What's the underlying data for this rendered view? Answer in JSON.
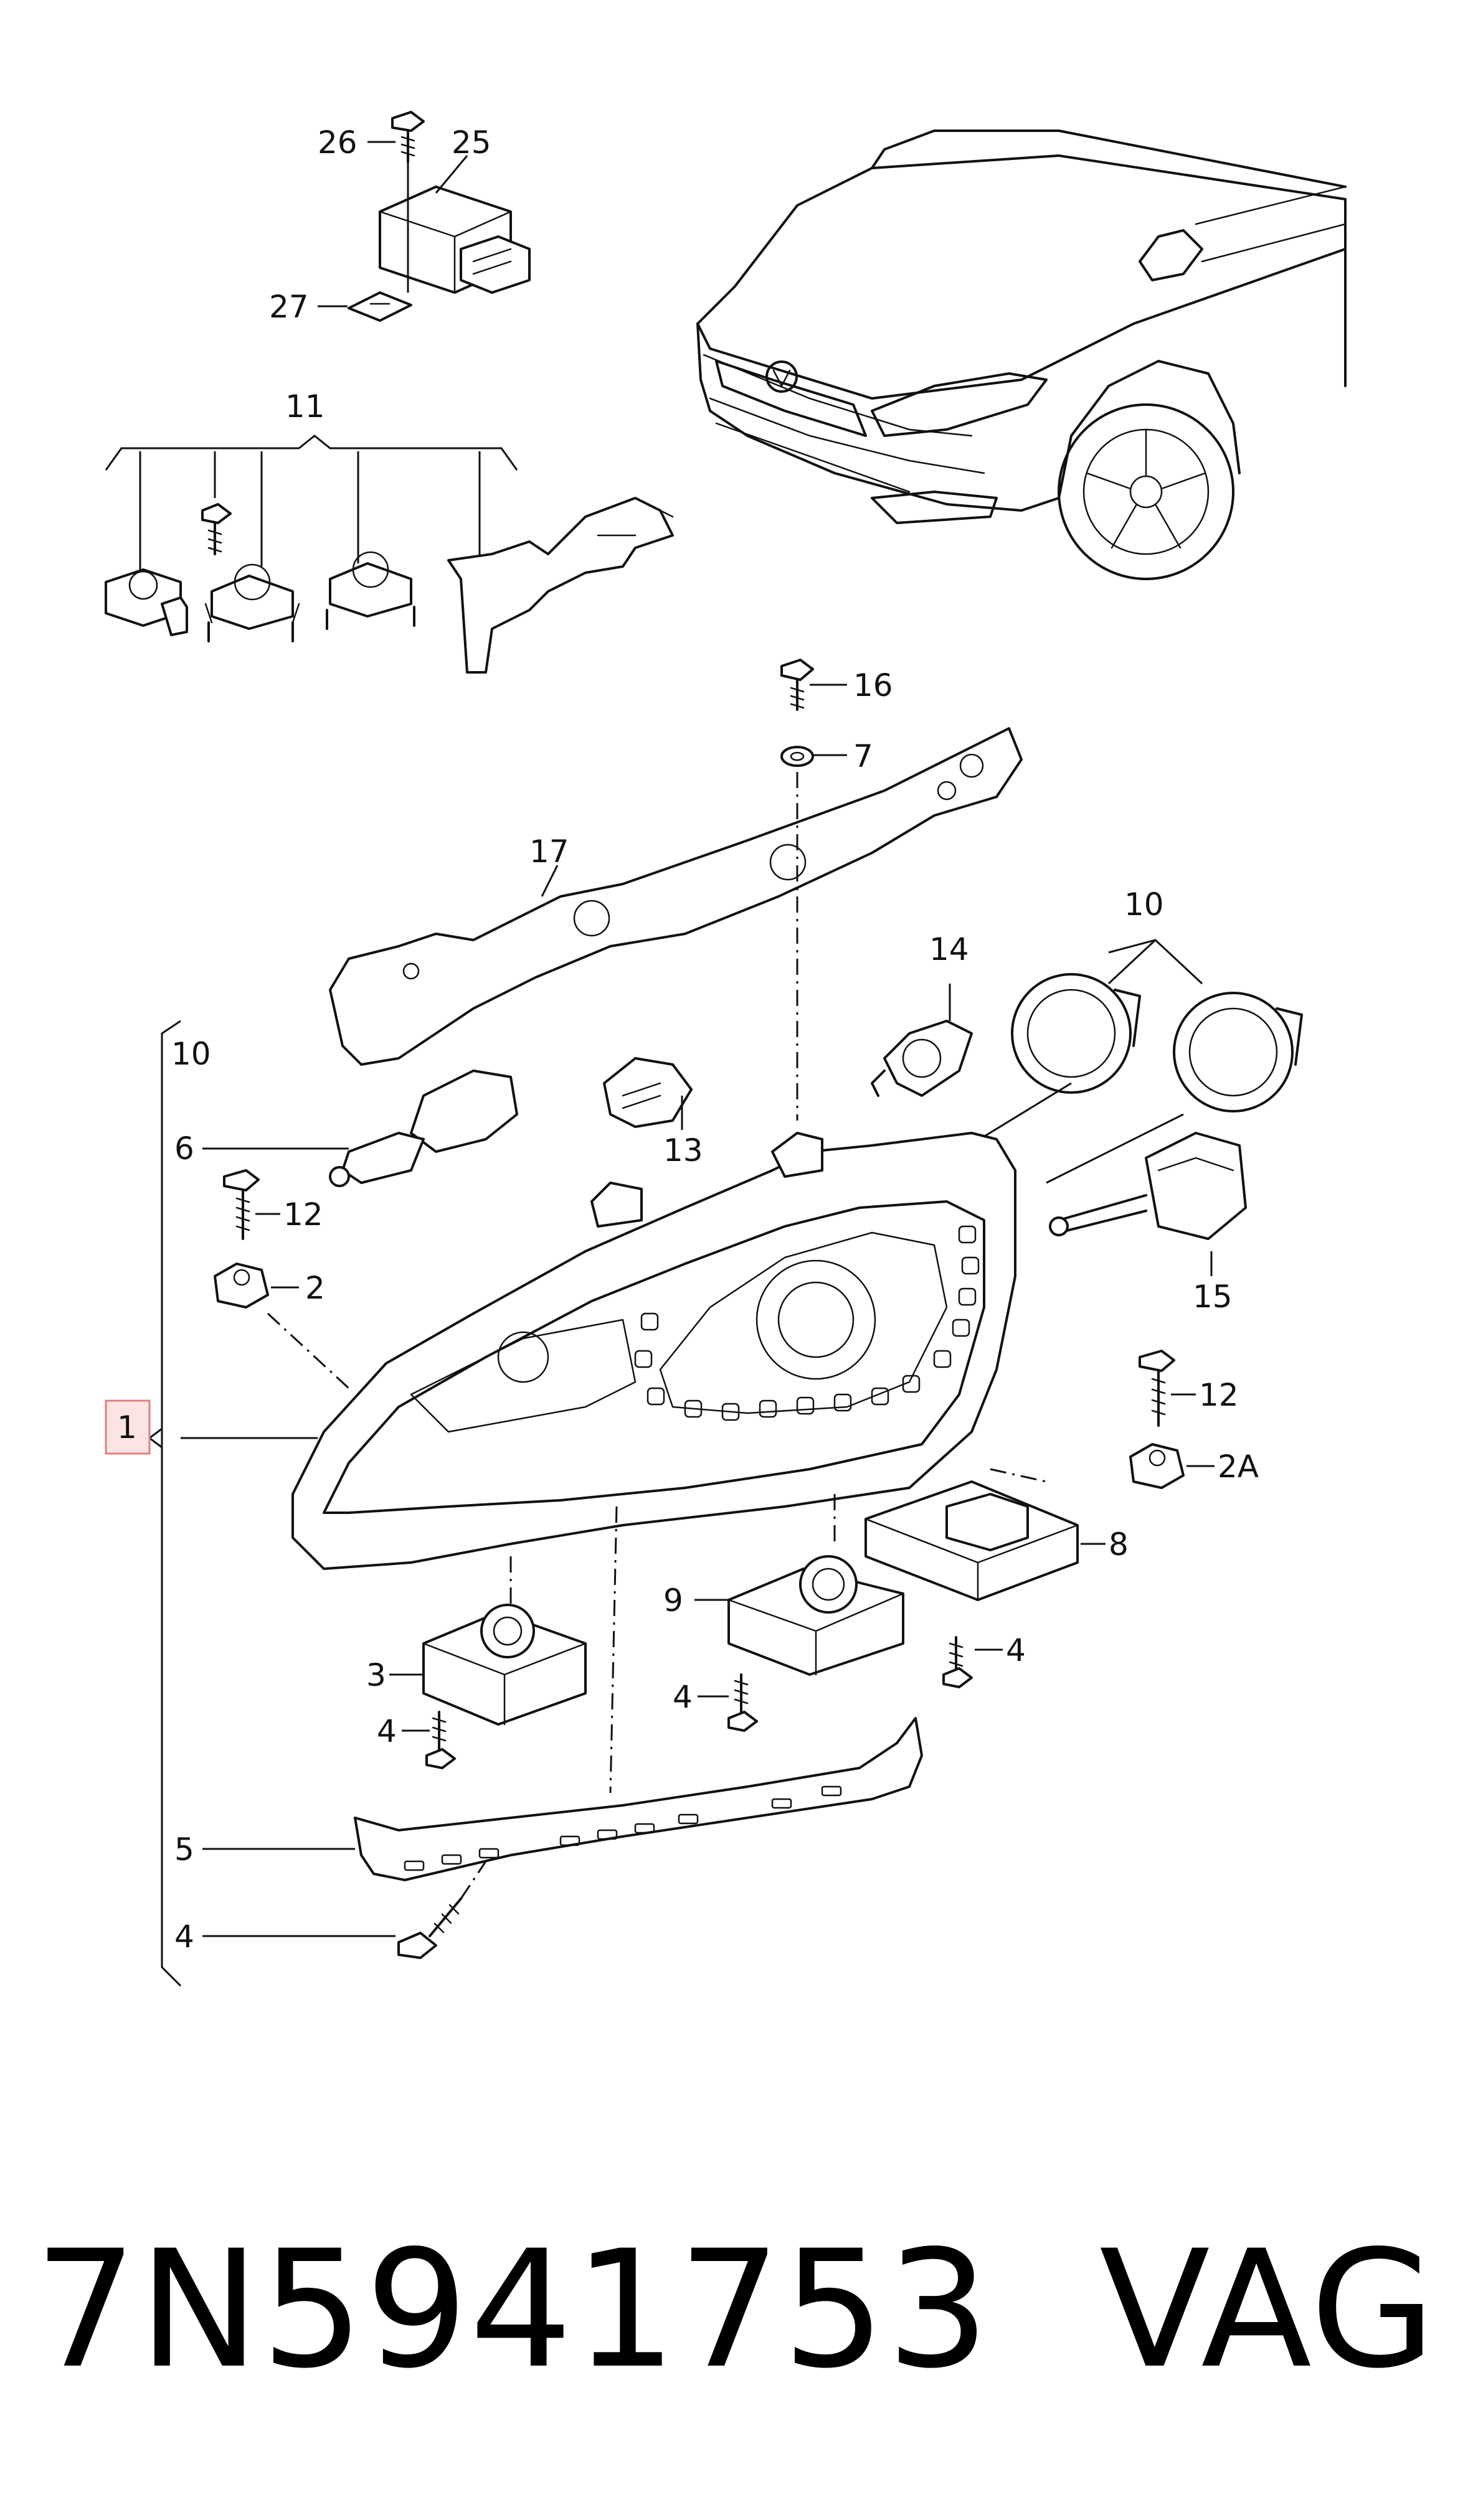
{
  "labels": {
    "p1": "1",
    "p2": "2",
    "p2a": "2A",
    "p3": "3",
    "p4a": "4",
    "p4b": "4",
    "p4c": "4",
    "p4d": "4",
    "p5": "5",
    "p6": "6",
    "p7": "7",
    "p8": "8",
    "p9": "9",
    "p10a": "10",
    "p10b": "10",
    "p11": "11",
    "p12a": "12",
    "p12b": "12",
    "p13": "13",
    "p14": "14",
    "p15": "15",
    "p16": "16",
    "p17": "17",
    "p25": "25",
    "p26": "26",
    "p27": "27"
  },
  "footer": {
    "part_number": "7N5941753",
    "brand": "VAG"
  },
  "colors": {
    "highlight_fill": "#fde4e4",
    "highlight_stroke": "#e08080",
    "line": "#111111"
  }
}
